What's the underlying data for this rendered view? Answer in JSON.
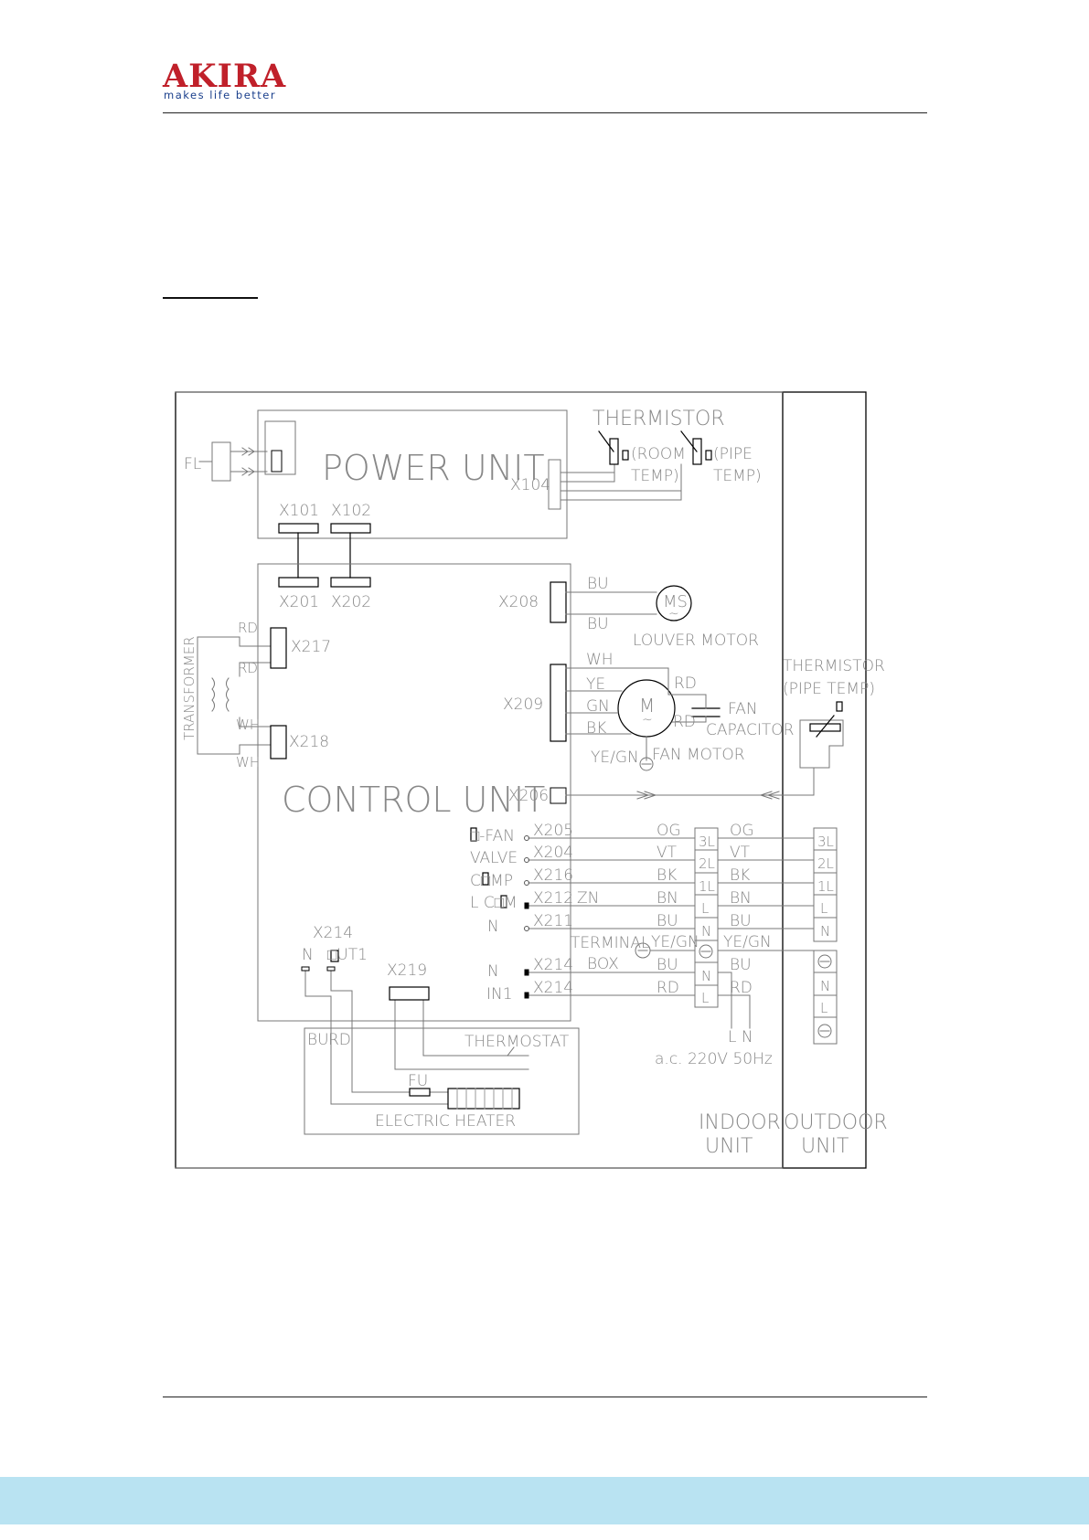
{
  "header": {
    "logo_text": "AKIRA",
    "logo_tagline": "makes life better",
    "logo_color": "#c0202a",
    "tagline_color": "#1a3f8c"
  },
  "footer": {
    "band_color": "#b9e3f2"
  },
  "diagram": {
    "power_unit": {
      "title": "POWER UNIT",
      "fl": "FL",
      "x104": "X104",
      "x101": "X101",
      "x102": "X102"
    },
    "thermistor": {
      "title": "THERMISTOR",
      "room_line1": "(ROOM",
      "room_line2": "TEMP)",
      "pipe_line1": "(PIPE",
      "pipe_line2": "TEMP)"
    },
    "control_unit": {
      "title": "CONTROL UNIT",
      "x201": "X201",
      "x202": "X202",
      "x217": "X217",
      "x218": "X218",
      "x208": "X208",
      "x209": "X209",
      "x206": "X206",
      "x205": "X205",
      "x204": "X204",
      "x216": "X216",
      "x212": "X212",
      "x211": "X211",
      "x214a": "X214",
      "x214b": "X214",
      "x214_left": "X214",
      "x219": "X219"
    },
    "transformer": {
      "label": "TRANSFORMER",
      "rd1": "RD",
      "rd2": "RD",
      "wh1": "WH",
      "wh2": "WH"
    },
    "louver": {
      "bu1": "BU",
      "bu2": "BU",
      "ms": "MS",
      "tilde": "~",
      "label": "LOUVER MOTOR"
    },
    "fan": {
      "wh": "WH",
      "ye": "YE",
      "gn": "GN",
      "bk": "BK",
      "rd1": "RD",
      "rd2": "RD",
      "m": "M",
      "tilde": "~",
      "fan": "FAN",
      "capacitor": "CAPACITOR",
      "yegn": "YE/GN",
      "motor": "FAN MOTOR"
    },
    "outdoor_thermistor": {
      "line1": "THERMISTOR",
      "line2": "(PIPE TEMP)"
    },
    "signals": {
      "fan": "□-FAN",
      "valve": "VALVE",
      "comp": "C□MP",
      "lcom": "L C□M",
      "n": "N",
      "n2": "N",
      "in1": "IN1",
      "zn": "ZN"
    },
    "left_terms": {
      "n": "N",
      "out1": "□UT1"
    },
    "wires": {
      "og1": "OG",
      "vt1": "VT",
      "bk1": "BK",
      "bn1": "BN",
      "bu1": "BU",
      "yegn1": "YE/GN",
      "bu_low1": "BU",
      "rd_low1": "RD",
      "og2": "OG",
      "vt2": "VT",
      "bk2": "BK",
      "bn2": "BN",
      "bu2": "BU",
      "yegn2": "YE/GN",
      "bu_low2": "BU",
      "rd_low2": "RD"
    },
    "terminal_box": {
      "line1": "TERMINAL",
      "line2": "BOX"
    },
    "indoor_block": [
      "3L",
      "2L",
      "1L",
      "L",
      "N",
      "N",
      "L"
    ],
    "outdoor_block": [
      "3L",
      "2L",
      "1L",
      "L",
      "N",
      "N",
      "L"
    ],
    "power": {
      "ln": "L  N",
      "supply": "a.c. 220V  50Hz"
    },
    "heater": {
      "bu": "BU",
      "rd": "RD",
      "thermostat": "THERMOSTAT",
      "fu": "FU",
      "label": "ELECTRIC HEATER"
    },
    "units": {
      "indoor1": "INDOOR",
      "indoor2": "UNIT",
      "outdoor1": "OUTDOOR",
      "outdoor2": "UNIT"
    }
  }
}
